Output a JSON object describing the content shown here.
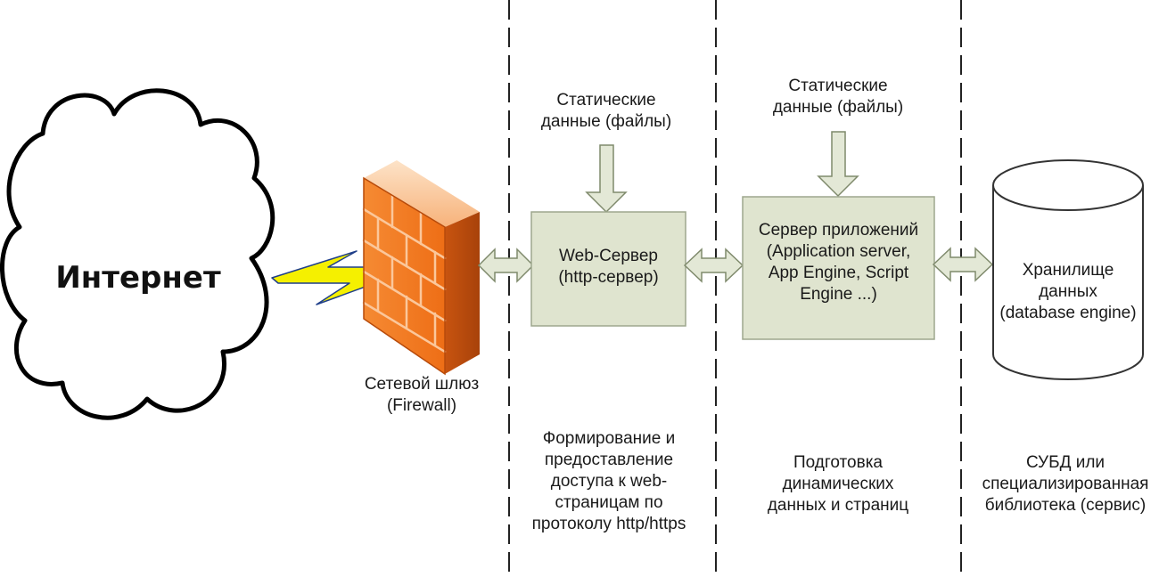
{
  "internet": {
    "label": "Интернет"
  },
  "firewall": {
    "label": "Сетевой шлюз\n(Firewall)"
  },
  "web_server": {
    "label": "Web-Сервер\n(http-сервер)",
    "static_label": "Статические\nданные (файлы)",
    "description": "Формирование и\nпредоставление\nдоступа к web-\nстраницам по\nпротоколу http/https"
  },
  "app_server": {
    "label": "Сервер приложений\n(Application server,\nApp Engine, Script\nEngine ...)",
    "static_label": "Статические\nданные (файлы)",
    "description": "Подготовка\nдинамических\nданных и страниц"
  },
  "storage": {
    "label": "Хранилище\nданных\n(database engine)",
    "description": "СУБД или\nспециализированная\nбиблиотека (сервис)"
  },
  "colors": {
    "box_fill": "#dfe4cf",
    "box_stroke": "#9ea78d",
    "arrow_fill": "#e3e8d6",
    "arrow_stroke": "#7f8a6c",
    "brick_orange": "#f07a22",
    "lightning": "#f5f000",
    "lightning_stroke": "#1f3f8a"
  }
}
